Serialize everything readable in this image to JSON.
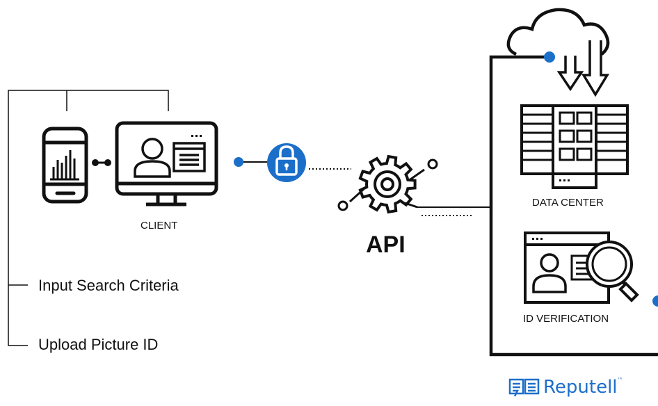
{
  "labels": {
    "client": "CLIENT",
    "api": "API",
    "data_center": "DATA CENTER",
    "id_verification": "ID VERIFICATION",
    "input_search_criteria": "Input Search Criteria",
    "upload_picture_id": "Upload Picture ID"
  },
  "brand": {
    "name": "Reputell",
    "trademark": "™"
  },
  "colors": {
    "accent": "#1c6fc9",
    "line": "#111111",
    "background": "#ffffff"
  },
  "icons": [
    "smartphone-icon",
    "monitor-icon",
    "lock-icon",
    "gear-icon",
    "cloud-icon",
    "server-icon",
    "id-card-icon",
    "magnifier-icon",
    "reputell-logo-icon"
  ]
}
